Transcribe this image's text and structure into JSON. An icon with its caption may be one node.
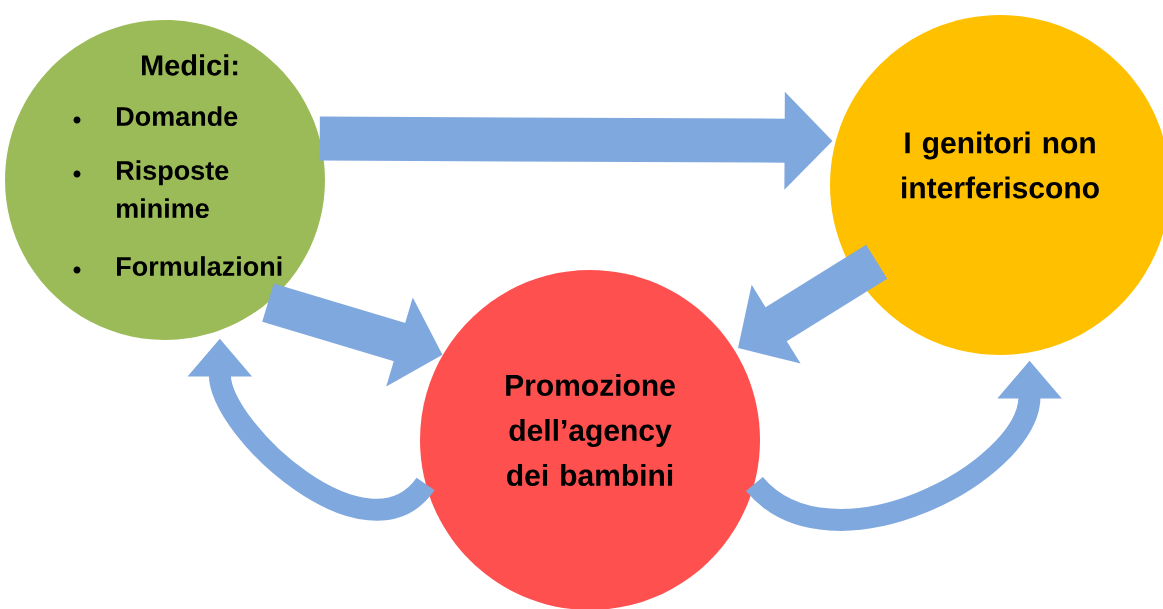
{
  "diagram": {
    "nodes": [
      {
        "text": [
          "Medici:",
          "Domande",
          "Risposte minime",
          "Formulazioni"
        ]
      },
      {
        "text": [
          "I genitori non interferiscono"
        ]
      },
      {
        "text": [
          "Promozione dell’agency dei bambini"
        ]
      }
    ],
    "edges": [
      {
        "from": 0,
        "to": 1,
        "arrow": "to"
      },
      {
        "from": 0,
        "to": 2,
        "arrow": "to"
      },
      {
        "from": 1,
        "to": 2,
        "arrow": "to"
      },
      {
        "from": 2,
        "to": 0,
        "arrow": "to"
      },
      {
        "from": 2,
        "to": 1,
        "arrow": "to"
      }
    ]
  }
}
